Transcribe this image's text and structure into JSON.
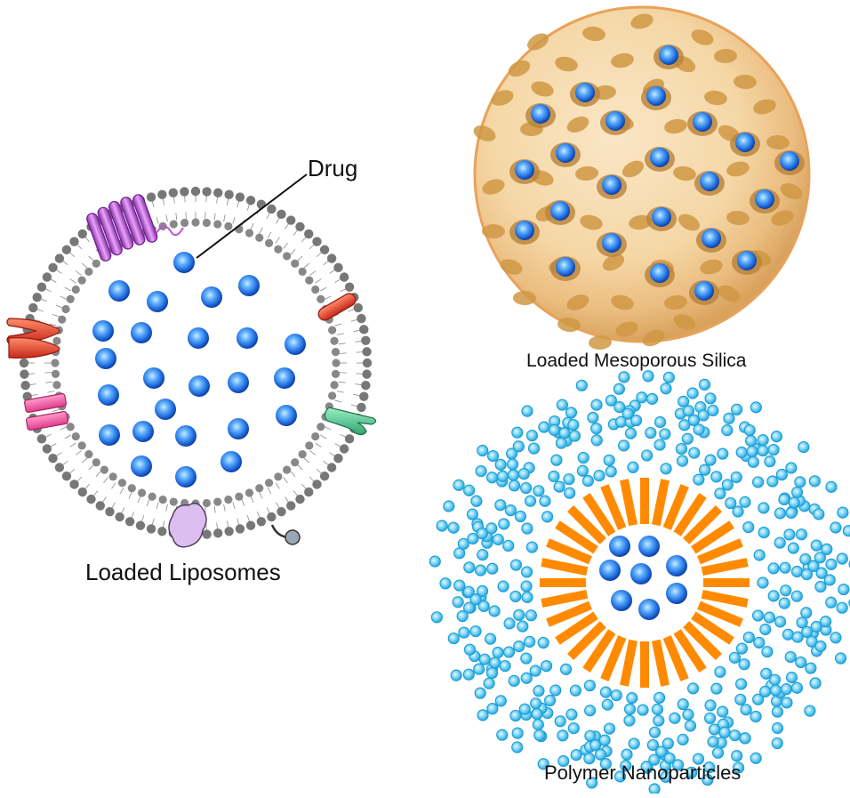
{
  "labels": {
    "drug": "Drug",
    "liposomes": "Loaded Liposomes",
    "silica": "Loaded Mesoporous Silica",
    "polymer": "Polymer Nanoparticles"
  },
  "colors": {
    "drug_sphere": "#1e6fe0",
    "drug_highlight": "#bfe2ff",
    "lipid_head": "#7a7a7a",
    "silica_light": "#f7ddb2",
    "silica_dark": "#e6b777",
    "silica_pore": "#c8923e",
    "polymer_core": "#ff8a00",
    "polymer_chain": "#33b8ea",
    "protein_helix": "#c14fd8",
    "protein_red": "#e03a2a",
    "protein_pink": "#f2559f",
    "protein_green": "#45c38a",
    "protein_lavender": "#dcbff0"
  },
  "icons": [
    "drug-sphere-icon",
    "lipid-bilayer-icon",
    "membrane-protein-icon",
    "silica-pore-icon",
    "polymer-chain-icon"
  ]
}
